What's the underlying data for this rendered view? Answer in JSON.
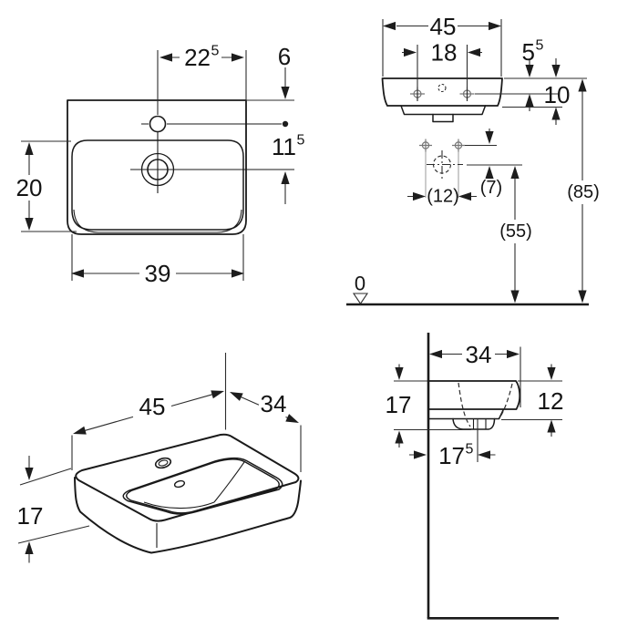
{
  "title": "Washbasin technical drawing with dimensions (cm)",
  "colors": {
    "background": "#ffffff",
    "line": "#1a1a1a",
    "dimension": "#2d2d2d",
    "muted": "#777777"
  },
  "views": {
    "plan": {
      "name": "plan-view-top",
      "dims": {
        "tap_offset": {
          "value": "22",
          "sup": "5"
        },
        "edge_to_tap": "6",
        "tap_to_drain": {
          "value": "11",
          "sup": "5"
        },
        "bowl_depth": "20",
        "bowl_width": "39"
      }
    },
    "elevation": {
      "name": "front-elevation-with-installation-heights",
      "dims": {
        "width": "45",
        "tap_spacing": "18",
        "top_to_tap": {
          "value": "5",
          "sup": "5"
        },
        "rim_height": "10",
        "fixing_spacing": "(12)",
        "fixing_to_drain": "(7)",
        "drain_height": "(55)",
        "overall_height": "(85)",
        "floor_level": "0"
      }
    },
    "isometric": {
      "name": "isometric-view",
      "dims": {
        "width": "45",
        "depth": "34",
        "height": "17"
      }
    },
    "section": {
      "name": "side-section-on-wall",
      "dims": {
        "depth": "34",
        "height": "17",
        "front_height": "12",
        "wall_to_drain": {
          "value": "17",
          "sup": "5"
        }
      }
    }
  }
}
